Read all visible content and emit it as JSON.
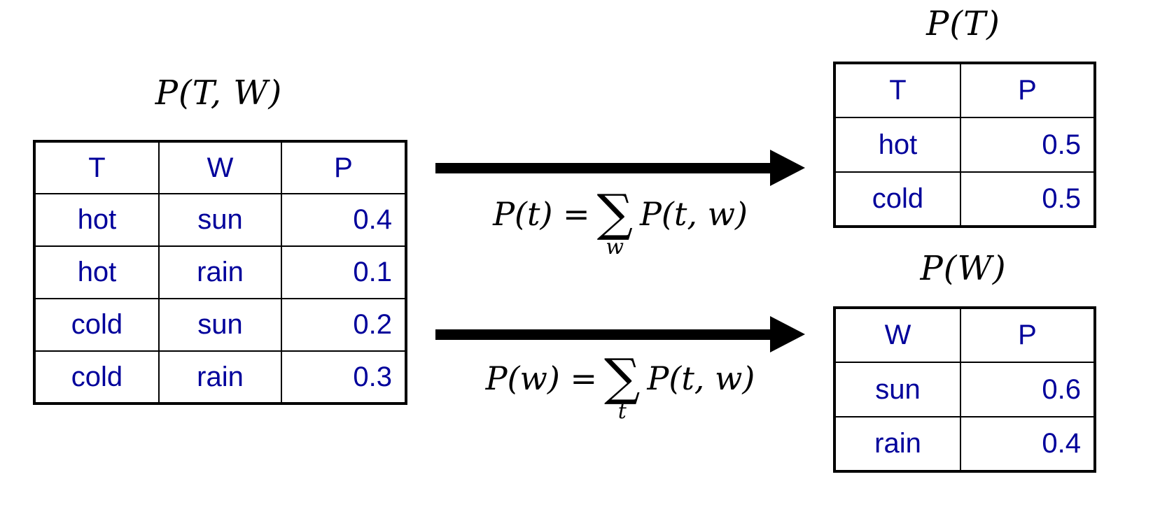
{
  "joint_table": {
    "title": "P(T, W)",
    "headers": [
      "T",
      "W",
      "P"
    ],
    "rows": [
      [
        "hot",
        "sun",
        "0.4"
      ],
      [
        "hot",
        "rain",
        "0.1"
      ],
      [
        "cold",
        "sun",
        "0.2"
      ],
      [
        "cold",
        "rain",
        "0.3"
      ]
    ]
  },
  "marginal_t_table": {
    "title": "P(T)",
    "headers": [
      "T",
      "P"
    ],
    "rows": [
      [
        "hot",
        "0.5"
      ],
      [
        "cold",
        "0.5"
      ]
    ]
  },
  "marginal_w_table": {
    "title": "P(W)",
    "headers": [
      "W",
      "P"
    ],
    "rows": [
      [
        "sun",
        "0.6"
      ],
      [
        "rain",
        "0.4"
      ]
    ]
  },
  "formula_t": {
    "lhs": "P(t) =",
    "sigma": "∑",
    "sub": "w",
    "rhs": "P(t, w)"
  },
  "formula_w": {
    "lhs": "P(w) =",
    "sigma": "∑",
    "sub": "t",
    "rhs": "P(t, w)"
  },
  "colors": {
    "table_text": "#00009B",
    "line": "#000000",
    "background": "#FFFFFF"
  }
}
